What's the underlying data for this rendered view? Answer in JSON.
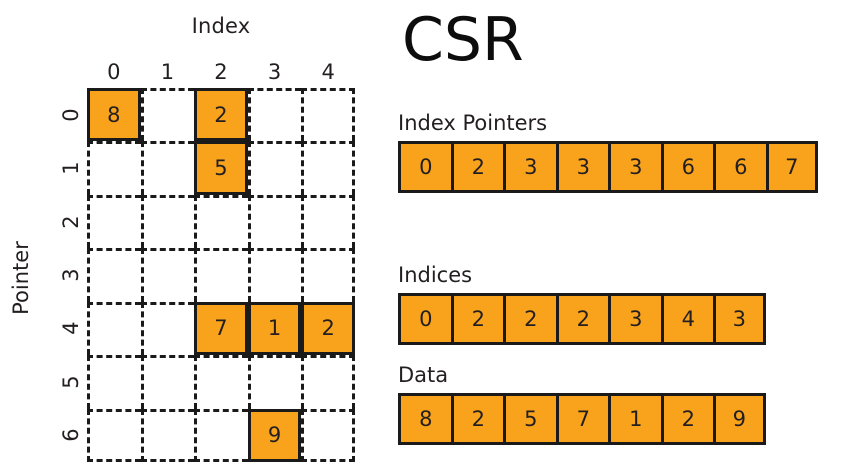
{
  "matrix": {
    "x_axis_title": "Index",
    "y_axis_title": "Pointer",
    "column_labels": [
      "0",
      "1",
      "2",
      "3",
      "4"
    ],
    "row_labels": [
      "0",
      "1",
      "2",
      "3",
      "4",
      "5",
      "6"
    ],
    "n_rows": 7,
    "n_cols": 5,
    "cells": [
      [
        {
          "v": "8"
        },
        {
          "v": ""
        },
        {
          "v": "2"
        },
        {
          "v": ""
        },
        {
          "v": ""
        }
      ],
      [
        {
          "v": ""
        },
        {
          "v": ""
        },
        {
          "v": "5"
        },
        {
          "v": ""
        },
        {
          "v": ""
        }
      ],
      [
        {
          "v": ""
        },
        {
          "v": ""
        },
        {
          "v": ""
        },
        {
          "v": ""
        },
        {
          "v": ""
        }
      ],
      [
        {
          "v": ""
        },
        {
          "v": ""
        },
        {
          "v": ""
        },
        {
          "v": ""
        },
        {
          "v": ""
        }
      ],
      [
        {
          "v": ""
        },
        {
          "v": ""
        },
        {
          "v": "7"
        },
        {
          "v": "1"
        },
        {
          "v": "2"
        }
      ],
      [
        {
          "v": ""
        },
        {
          "v": ""
        },
        {
          "v": ""
        },
        {
          "v": ""
        },
        {
          "v": ""
        }
      ],
      [
        {
          "v": ""
        },
        {
          "v": ""
        },
        {
          "v": ""
        },
        {
          "v": "9"
        },
        {
          "v": ""
        }
      ]
    ]
  },
  "csr": {
    "title": "CSR",
    "index_pointers": {
      "label": "Index Pointers",
      "values": [
        "0",
        "2",
        "3",
        "3",
        "3",
        "6",
        "6",
        "7"
      ]
    },
    "indices": {
      "label": "Indices",
      "values": [
        "0",
        "2",
        "2",
        "2",
        "3",
        "4",
        "3"
      ]
    },
    "data": {
      "label": "Data",
      "values": [
        "8",
        "2",
        "5",
        "7",
        "1",
        "2",
        "9"
      ]
    }
  },
  "colors": {
    "fill": "#f9a21b",
    "stroke": "#1a1a1a",
    "text": "#231f20",
    "background": "#ffffff"
  },
  "chart_data": {
    "type": "table",
    "title": "CSR",
    "xlabel": "Index",
    "ylabel": "Pointer",
    "description": "Sparse matrix in Compressed Sparse Row format: 7 rows x 5 columns dense grid on the left, CSR arrays on the right.",
    "dense_matrix": [
      [
        8,
        0,
        2,
        0,
        0
      ],
      [
        0,
        0,
        5,
        0,
        0
      ],
      [
        0,
        0,
        0,
        0,
        0
      ],
      [
        0,
        0,
        0,
        0,
        0
      ],
      [
        0,
        0,
        7,
        1,
        2
      ],
      [
        0,
        0,
        0,
        0,
        0
      ],
      [
        0,
        0,
        0,
        9,
        0
      ]
    ],
    "nonzero_entries": [
      {
        "row": 0,
        "col": 0,
        "value": 8
      },
      {
        "row": 0,
        "col": 2,
        "value": 2
      },
      {
        "row": 1,
        "col": 2,
        "value": 5
      },
      {
        "row": 4,
        "col": 2,
        "value": 7
      },
      {
        "row": 4,
        "col": 3,
        "value": 1
      },
      {
        "row": 4,
        "col": 4,
        "value": 2
      },
      {
        "row": 6,
        "col": 3,
        "value": 9
      }
    ],
    "series": [
      {
        "name": "Index Pointers",
        "values": [
          0,
          2,
          3,
          3,
          3,
          6,
          6,
          7
        ]
      },
      {
        "name": "Indices",
        "values": [
          0,
          2,
          2,
          2,
          3,
          4,
          3
        ]
      },
      {
        "name": "Data",
        "values": [
          8,
          2,
          5,
          7,
          1,
          2,
          9
        ]
      }
    ],
    "grid": true,
    "legend": "none"
  }
}
